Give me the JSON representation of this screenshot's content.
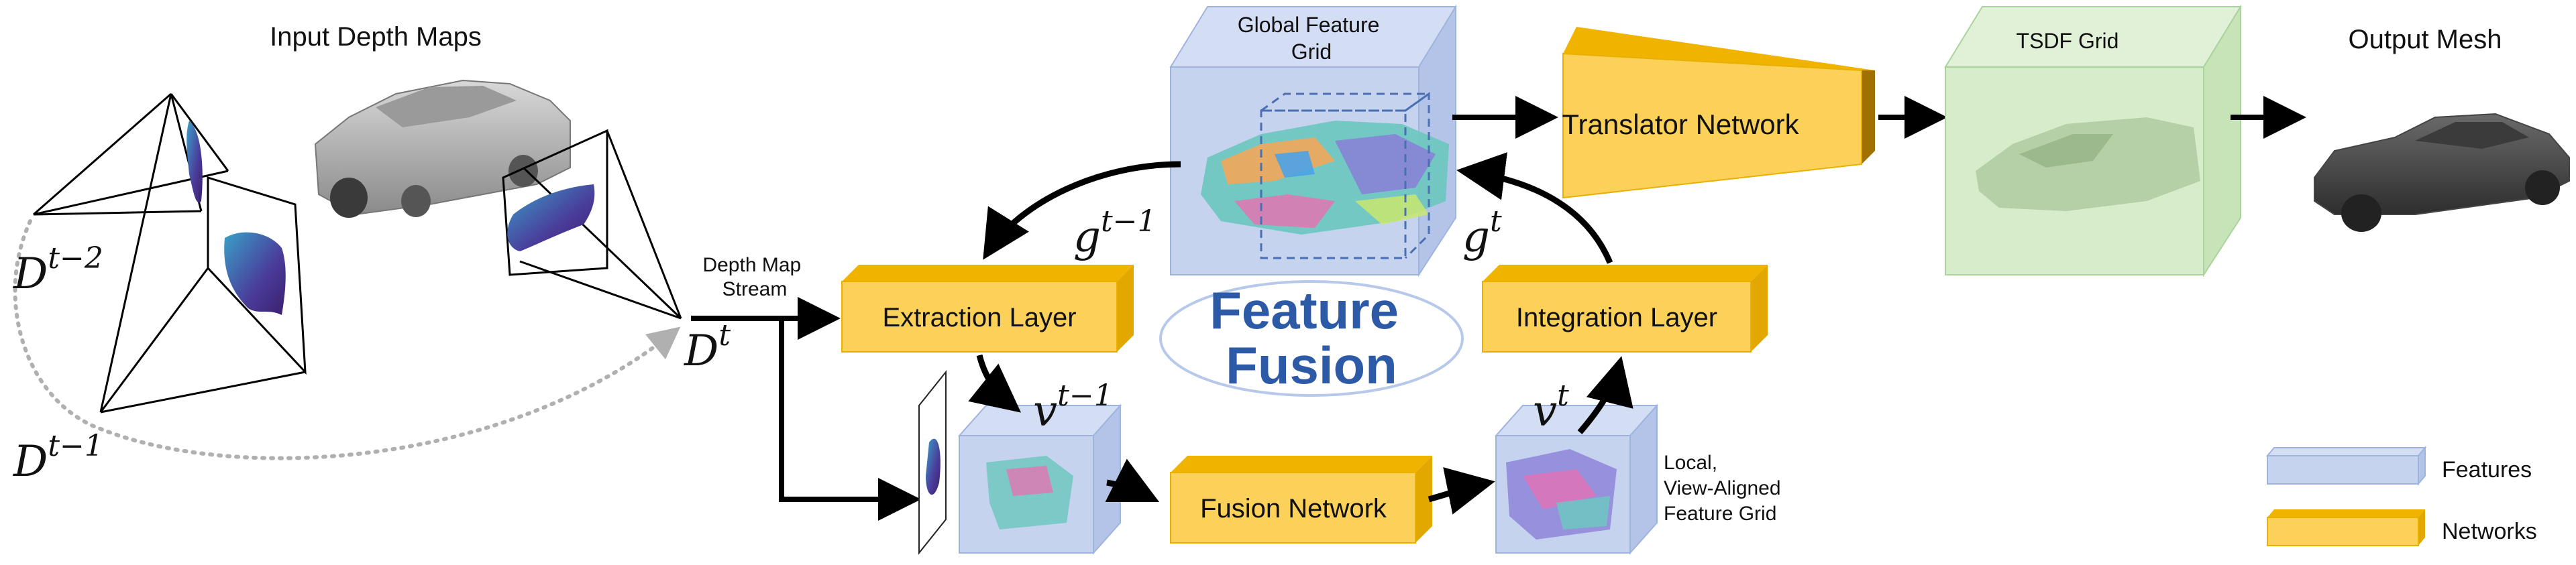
{
  "labels": {
    "input_depth_maps": "Input Depth Maps",
    "global_feature_grid_line1": "Global Feature",
    "global_feature_grid_line2": "Grid",
    "translator_network": "Translator Network",
    "tsdf_grid": "TSDF Grid",
    "output_mesh": "Output Mesh",
    "depth_map_stream_line1": "Depth Map",
    "depth_map_stream_line2": "Stream",
    "extraction_layer": "Extraction Layer",
    "integration_layer": "Integration Layer",
    "feature_fusion_line1": "Feature",
    "feature_fusion_line2": "Fusion",
    "fusion_network": "Fusion Network",
    "local_grid_line1": "Local,",
    "local_grid_line2": "View-Aligned",
    "local_grid_line3": "Feature Grid"
  },
  "math": {
    "D_t_minus_2_base": "D",
    "D_t_minus_2_sup": "t−2",
    "D_t_minus_1_base": "D",
    "D_t_minus_1_sup": "t−1",
    "D_t_base": "D",
    "D_t_sup": "t",
    "g_t_minus_1_base": "g",
    "g_t_minus_1_sup": "t−1",
    "g_t_base": "g",
    "g_t_sup": "t",
    "v_t_minus_1_base": "v",
    "v_t_minus_1_sup": "t−1",
    "v_t_base": "v",
    "v_t_sup": "t"
  },
  "legend": {
    "features": "Features",
    "networks": "Networks"
  },
  "colors": {
    "feature_face": "#c5d3ef",
    "feature_side": "#b3c4e8",
    "feature_edge": "#9fb4dd",
    "network_face": "#fbd15a",
    "network_side": "#e3a800",
    "network_top": "#f0b400",
    "tsdf_face": "#d6eccb",
    "tsdf_edge": "#a9d39a",
    "fusion_text": "#2d5aa6",
    "arrow": "#000000",
    "dotted": "#b0b0b0",
    "cam_dark": "#3a1f6e",
    "cam_light": "#3aa0c8"
  },
  "icons": [
    "car-mesh-icon",
    "camera-frustum-icon",
    "voxel-cluster-icon",
    "depth-map-icon",
    "cycle-arrow-icon"
  ]
}
